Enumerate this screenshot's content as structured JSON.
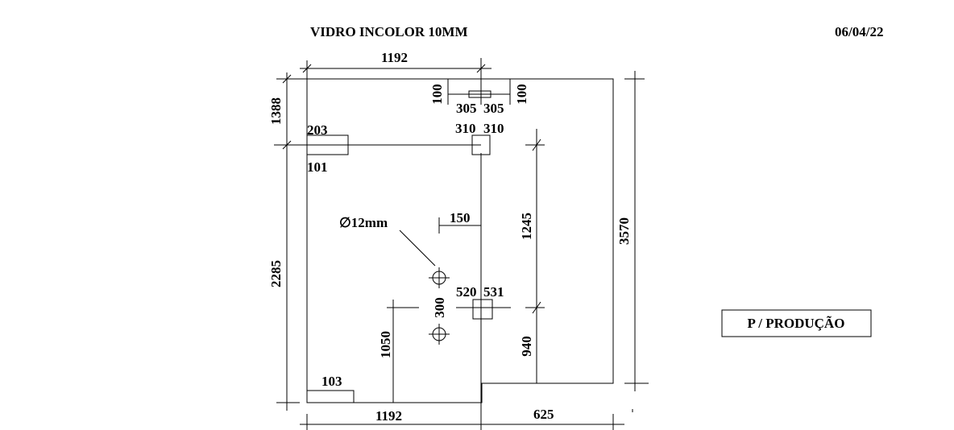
{
  "header": {
    "title": "VIDRO INCOLOR 10MM",
    "date": "06/04/22"
  },
  "stamp": {
    "label": "P / PRODUÇÃO"
  },
  "dimensions": {
    "top_width": "1192",
    "bottom_width": "1192",
    "bottom_right_width": "625",
    "left_upper_height": "1388",
    "left_lower_height": "2285",
    "right_total_height": "3570",
    "right_upper_height": "1245",
    "right_lower_height": "940",
    "hinge_top_left_v": "100",
    "hinge_top_right_v": "100",
    "hinge_top_left_h": "305",
    "hinge_top_right_h": "305",
    "notch_left_w": "203",
    "notch_left_h": "101",
    "notch_right_a": "310",
    "notch_right_b": "310",
    "hole_diameter": "∅12mm",
    "hole_offset": "150",
    "hole_spacing": "300",
    "handle_height": "1050",
    "side_notch_a": "520",
    "side_notch_b": "531",
    "bottom_notch": "103"
  }
}
